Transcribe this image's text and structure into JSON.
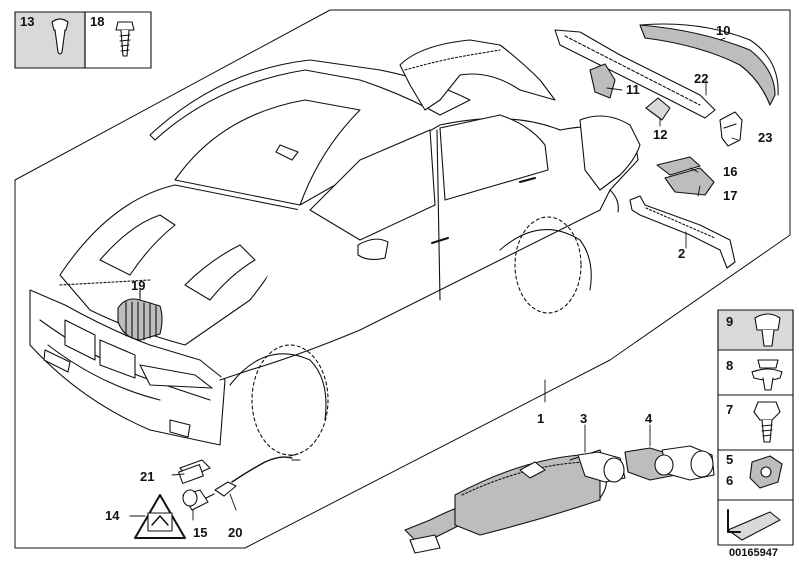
{
  "diagram": {
    "document_ref": "00165947",
    "callouts": {
      "c1": "1",
      "c2": "2",
      "c3": "3",
      "c4": "4",
      "c5": "5",
      "c6": "6",
      "c7": "7",
      "c8": "8",
      "c9": "9",
      "c10": "10",
      "c11": "11",
      "c12": "12",
      "c13": "13",
      "c14": "14",
      "c15": "15",
      "c16": "16",
      "c17": "17",
      "c18": "18",
      "c19": "19",
      "c20": "20",
      "c21": "21",
      "c22": "22",
      "c23": "23"
    },
    "colors": {
      "line": "#111111",
      "shade": "#bdbdbd",
      "panel": "#d9d9d9",
      "background": "#ffffff"
    }
  }
}
